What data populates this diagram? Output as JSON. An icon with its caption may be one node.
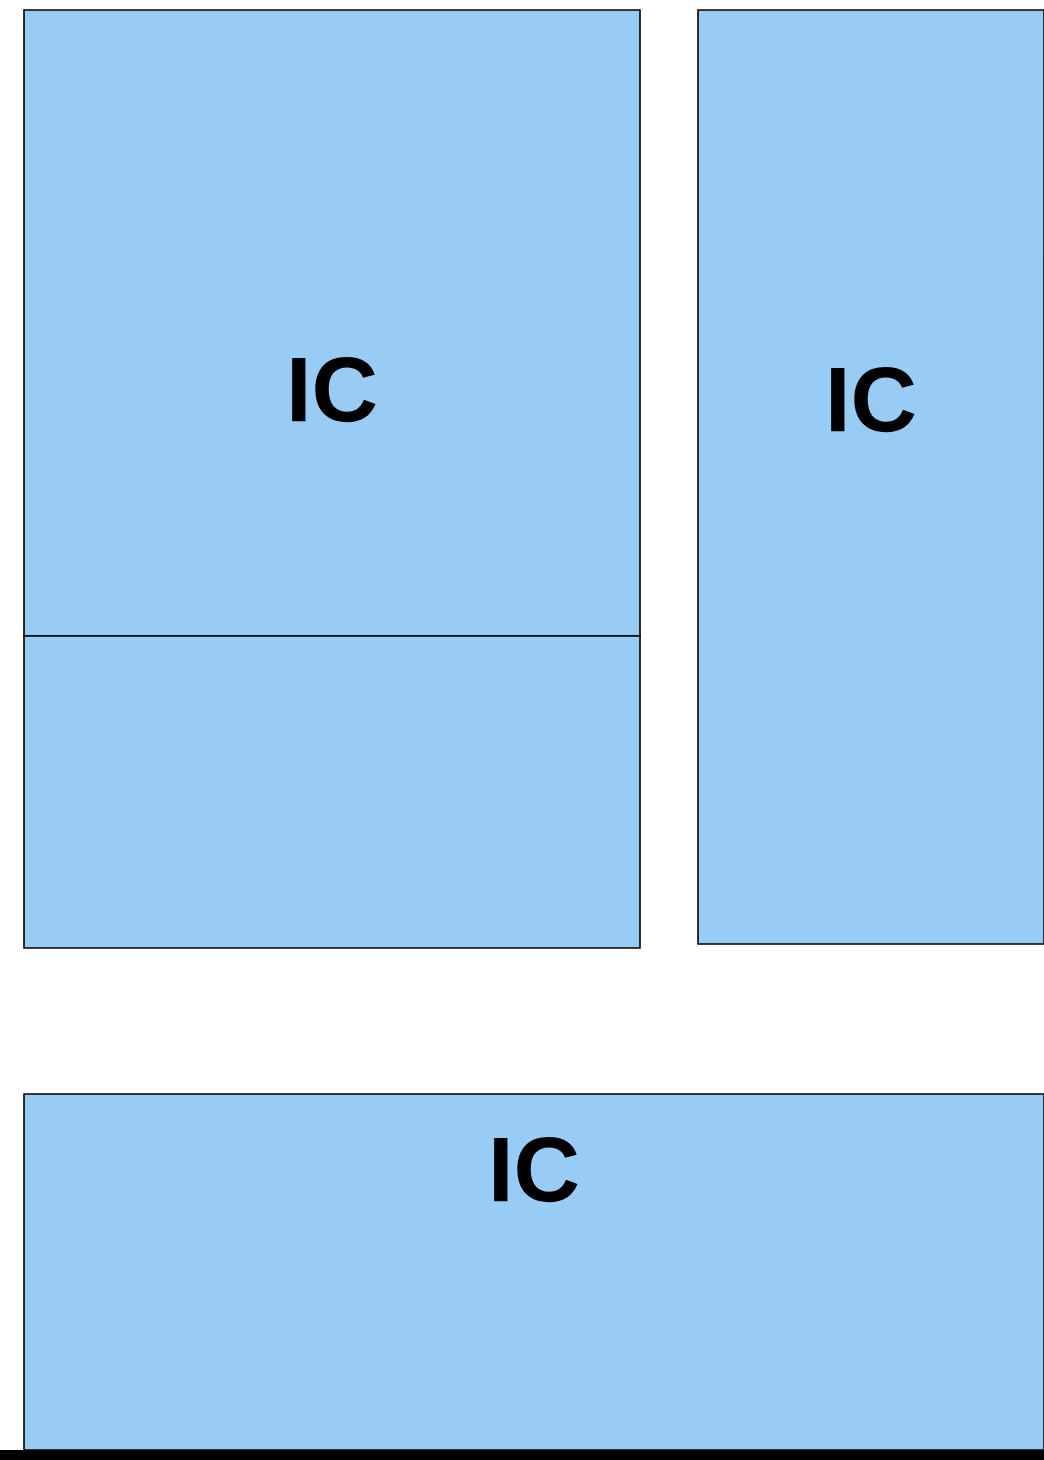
{
  "diagram": {
    "nodes": [
      {
        "text": [
          "IC"
        ]
      },
      {
        "text": [],
        "shape": "box"
      },
      {
        "text": [
          "IC"
        ]
      },
      {
        "text": [
          "IC"
        ]
      }
    ]
  }
}
